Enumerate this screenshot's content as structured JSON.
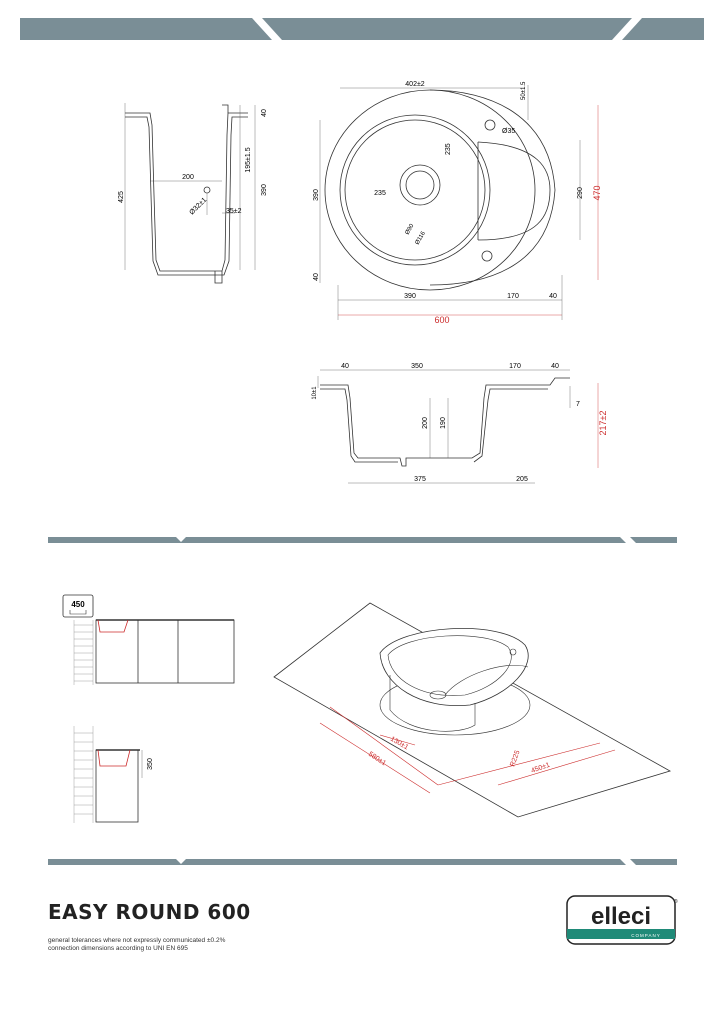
{
  "product": {
    "title": "EASY ROUND 600",
    "notes": [
      "general tolerances where not expressly communicated ±0.2%",
      "connection dimensions according to UNI EN 695"
    ]
  },
  "brand": {
    "name": "elleci",
    "tagline": "COMPANY",
    "color": "#1f8a78"
  },
  "colors": {
    "band": "#7a8e96",
    "dim_red": "#cc2b2b",
    "line": "#333333"
  },
  "side_view": {
    "dims": {
      "total": "425",
      "top": "40",
      "depth_tol": "195±1.5",
      "depth": "390",
      "width": "200",
      "hole_dia": "Ø32±1",
      "offset": "35±2"
    }
  },
  "top_view": {
    "dims": {
      "bowl_dia": "402±2",
      "tap_offset": "50±1.5",
      "tap_hole": "Ø35",
      "v235": "235",
      "h235": "235",
      "drain90": "Ø90",
      "drain116": "Ø116",
      "h390": "390",
      "h40": "40",
      "r290": "290",
      "r470": "470",
      "b390": "390",
      "b170": "170",
      "b40": "40",
      "b600": "600"
    }
  },
  "section_view": {
    "dims": {
      "t40a": "40",
      "t350": "350",
      "t170": "170",
      "t40b": "40",
      "left10": "10±1",
      "d200": "200",
      "d190": "190",
      "r7": "7",
      "r217": "217±2",
      "b375": "375",
      "b205": "205"
    }
  },
  "install": {
    "cabinet_label": "450",
    "cabinet_height": "350",
    "cut_dims": {
      "d130": "130±1",
      "d580": "580±1",
      "r225": "R225",
      "d450": "450±1"
    }
  }
}
